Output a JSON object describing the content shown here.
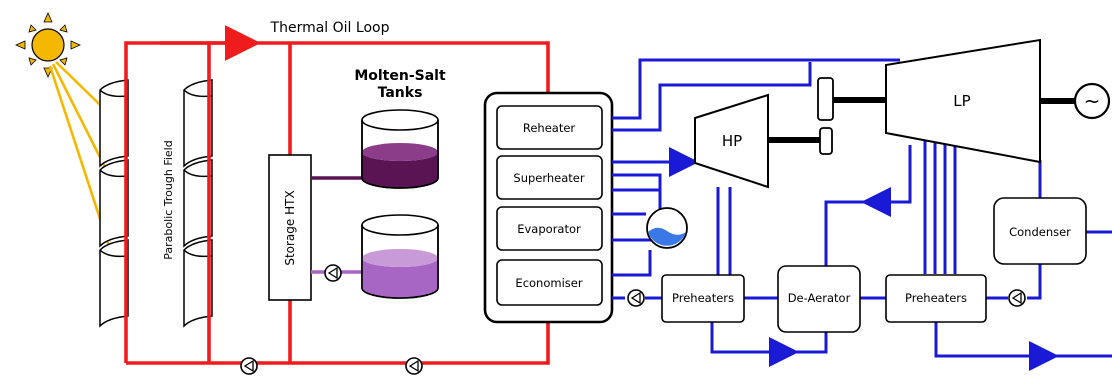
{
  "title": "Thermal Oil Loop",
  "solar_field": {
    "label": "Parabolic Trough Field"
  },
  "tanks": {
    "label_line1": "Molten-Salt",
    "label_line2": "Tanks"
  },
  "storage_htx": {
    "label": "Storage HTX"
  },
  "steam_generator": {
    "sections": [
      "Reheater",
      "Superheater",
      "Evaporator",
      "Economiser"
    ]
  },
  "turbines": {
    "hp": "HP",
    "lp": "LP"
  },
  "generator_symbol": "~",
  "condenser": "Condenser",
  "deaerator": "De-Aerator",
  "preheaters": [
    "Preheaters",
    "Preheaters"
  ],
  "colors": {
    "oil_loop": "#ee1c1c",
    "water_steam": "#1a1ad6",
    "sun": "#f5b800",
    "sun_rays": "#f5b800",
    "salt_hot": "#5a1454",
    "salt_cold": "#a866c4"
  },
  "icons": [
    "sun-icon",
    "pump-icon",
    "drum-icon",
    "generator-icon",
    "shaft-coupling-icon"
  ]
}
